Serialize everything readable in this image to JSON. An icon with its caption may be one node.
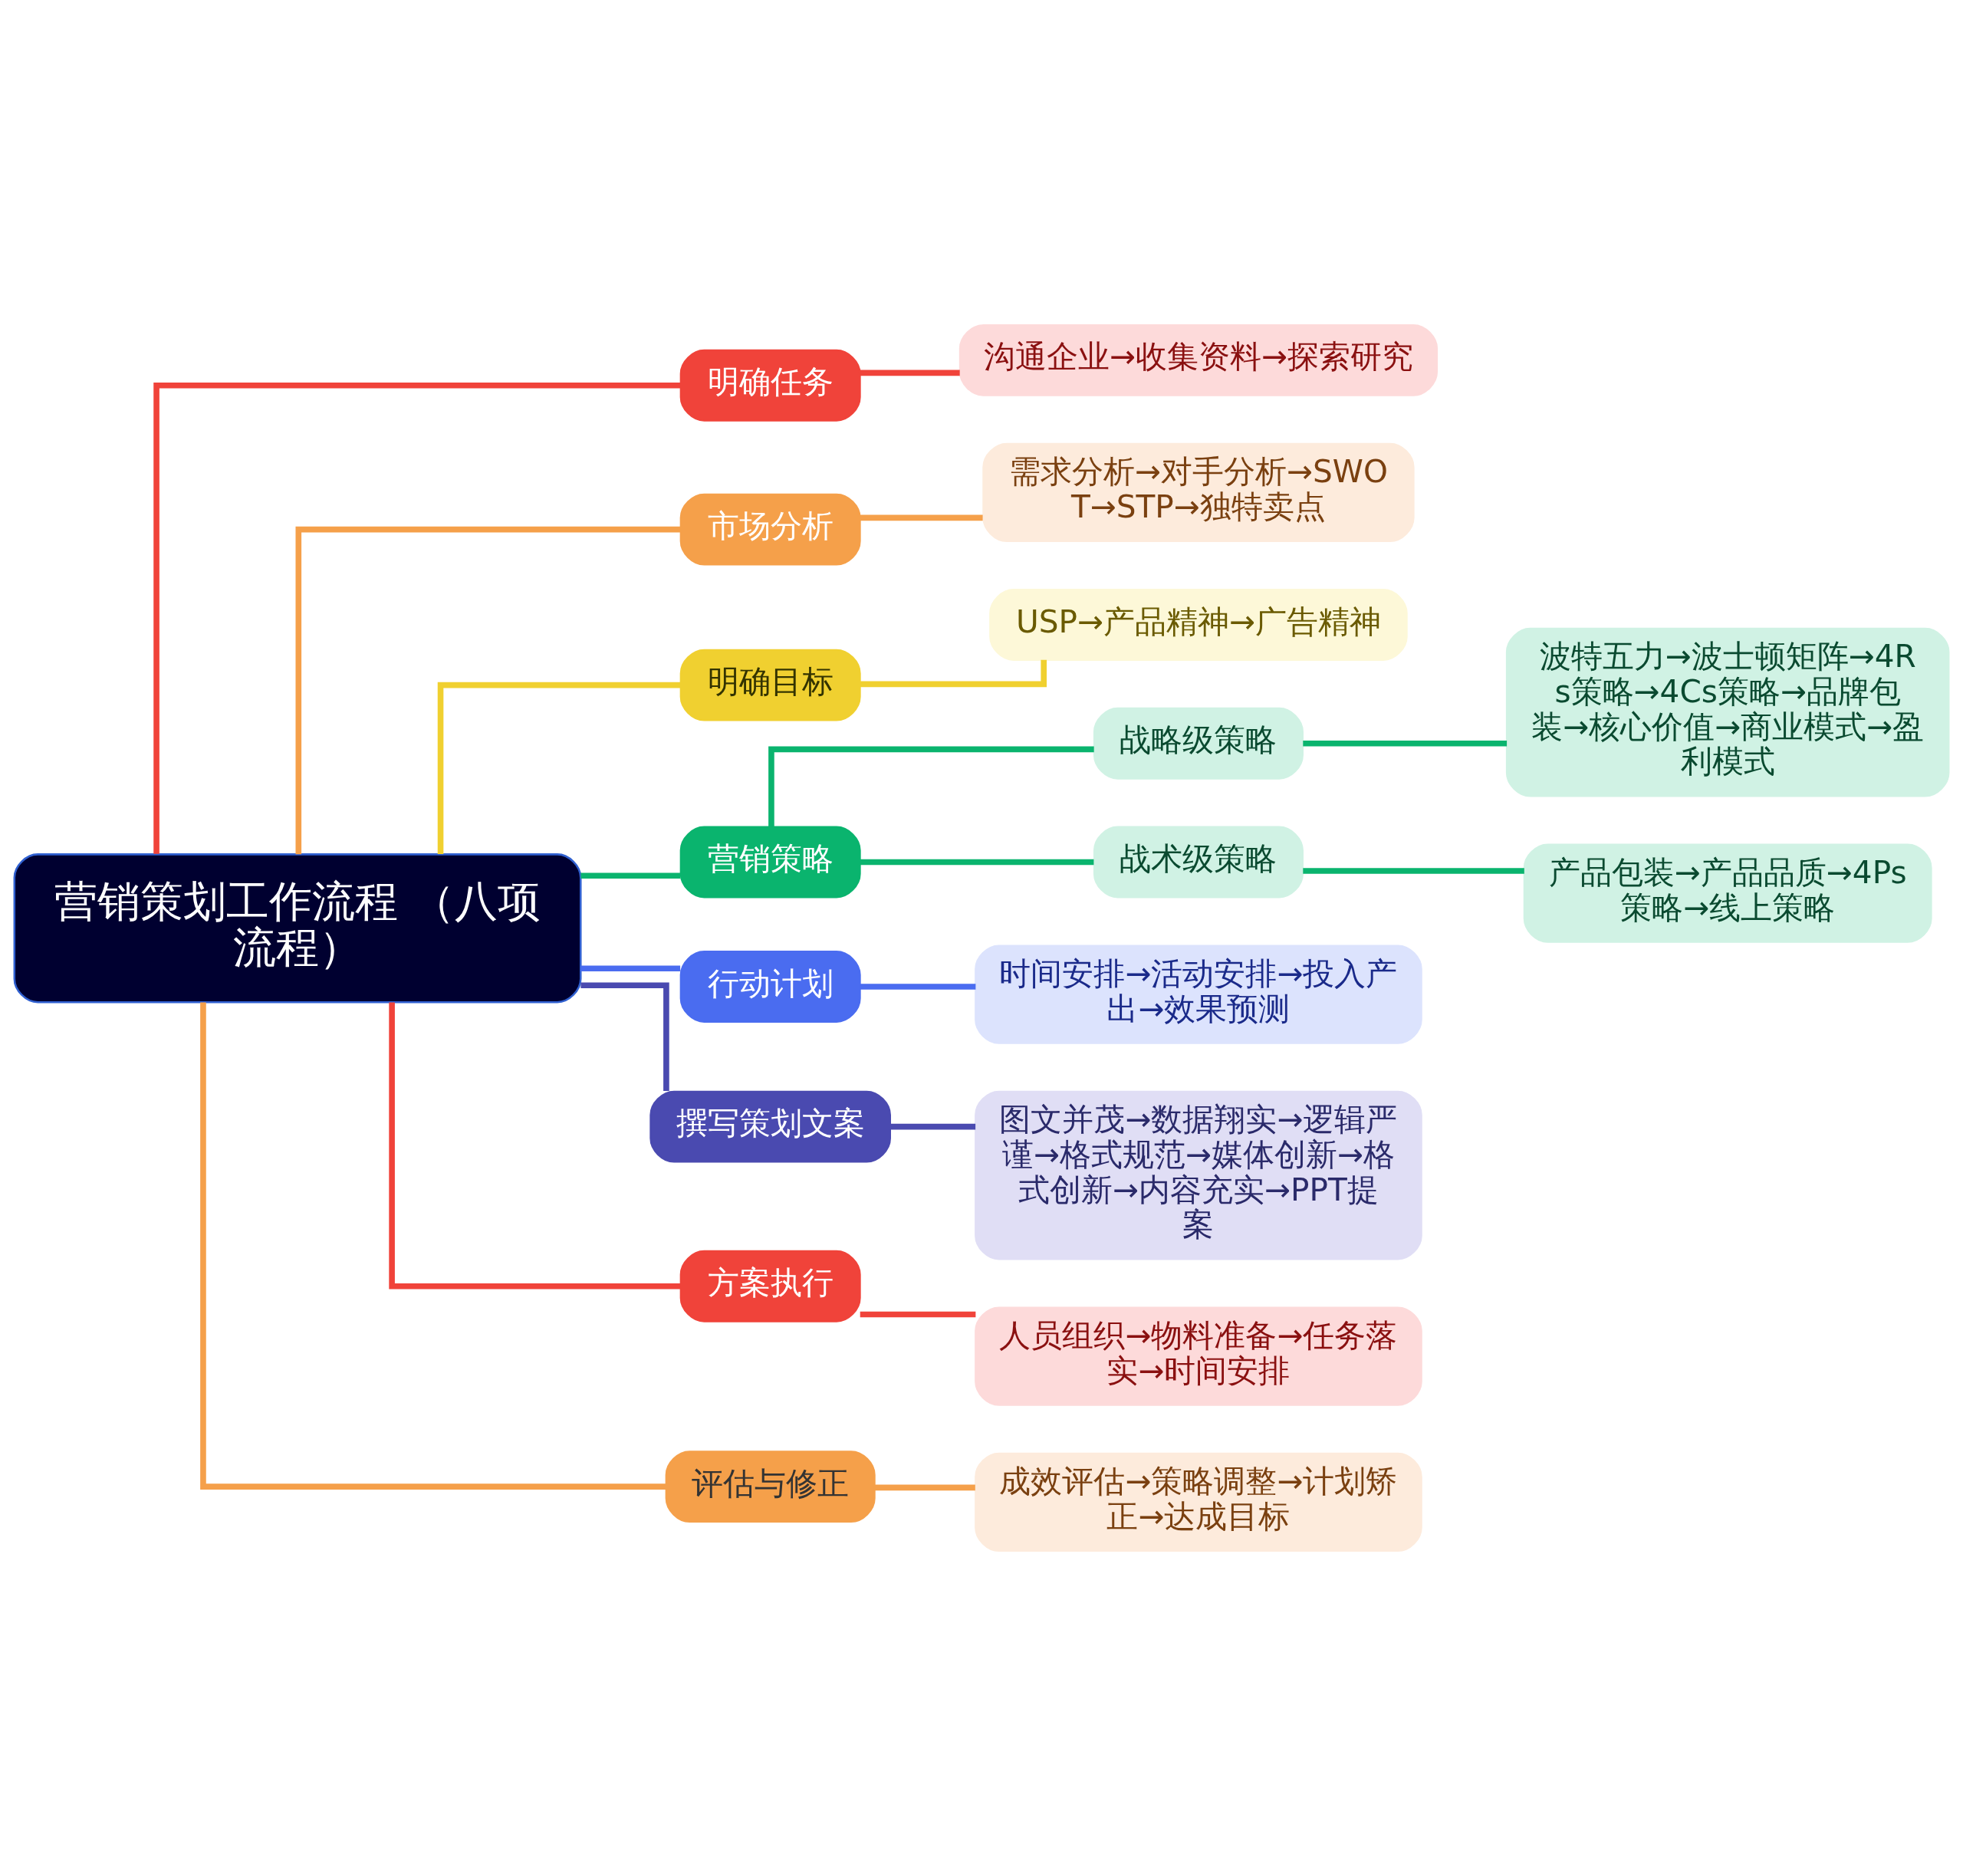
{
  "diagram": {
    "nodes": [
      {
        "text": [
          "营销策划工作流程 （八项流程）"
        ]
      },
      {
        "text": [
          "明确任务"
        ]
      },
      {
        "text": [
          "沟通企业→收集资料→探索研究"
        ]
      },
      {
        "text": [
          "市场分析"
        ]
      },
      {
        "text": [
          "需求分析→对手分析→SWOT→STP→独特卖点"
        ]
      },
      {
        "text": [
          "明确目标"
        ]
      },
      {
        "text": [
          "USP→产品精神→广告精神"
        ]
      },
      {
        "text": [
          "营销策略"
        ]
      },
      {
        "text": [
          "战略级策略"
        ]
      },
      {
        "text": [
          "波特五力→波士顿矩阵→4Rs策略→4Cs策略→品牌包装→核心价值→商业模式→盈利模式"
        ]
      },
      {
        "text": [
          "战术级策略"
        ]
      },
      {
        "text": [
          "产品包装→产品品质→4Ps策略→线上策略"
        ]
      },
      {
        "text": [
          "行动计划"
        ]
      },
      {
        "text": [
          "时间安排→活动安排→投入产出→效果预测"
        ]
      },
      {
        "text": [
          "撰写策划文案"
        ]
      },
      {
        "text": [
          "图文并茂→数据翔实→逻辑严谨→格式规范→媒体创新→格式创新→内容充实→PPT提案"
        ]
      },
      {
        "text": [
          "方案执行"
        ]
      },
      {
        "text": [
          "人员组织→物料准备→任务落实→时间安排"
        ]
      },
      {
        "text": [
          "评估与修正"
        ]
      },
      {
        "text": [
          "成效评估→策略调整→计划矫正→达成目标"
        ]
      }
    ],
    "edges": [
      {
        "from": 0,
        "to": 1,
        "arrow": "none",
        "color": "#f0433a"
      },
      {
        "from": 1,
        "to": 2,
        "arrow": "none",
        "color": "#f0433a"
      },
      {
        "from": 0,
        "to": 3,
        "arrow": "none",
        "color": "#f5a04a"
      },
      {
        "from": 3,
        "to": 4,
        "arrow": "none",
        "color": "#f5a04a"
      },
      {
        "from": 0,
        "to": 5,
        "arrow": "none",
        "color": "#f0d030"
      },
      {
        "from": 5,
        "to": 6,
        "arrow": "none",
        "color": "#f0d030"
      },
      {
        "from": 0,
        "to": 7,
        "arrow": "none",
        "color": "#0ab46e"
      },
      {
        "from": 7,
        "to": 8,
        "arrow": "none",
        "color": "#0ab46e"
      },
      {
        "from": 8,
        "to": 9,
        "arrow": "none",
        "color": "#0ab46e"
      },
      {
        "from": 7,
        "to": 10,
        "arrow": "none",
        "color": "#0ab46e"
      },
      {
        "from": 10,
        "to": 11,
        "arrow": "none",
        "color": "#0ab46e"
      },
      {
        "from": 0,
        "to": 12,
        "arrow": "none",
        "color": "#4a6cf0"
      },
      {
        "from": 12,
        "to": 13,
        "arrow": "none",
        "color": "#4a6cf0"
      },
      {
        "from": 0,
        "to": 14,
        "arrow": "none",
        "color": "#4a4ab0"
      },
      {
        "from": 14,
        "to": 15,
        "arrow": "none",
        "color": "#4a4ab0"
      },
      {
        "from": 0,
        "to": 16,
        "arrow": "none",
        "color": "#f0433a"
      },
      {
        "from": 16,
        "to": 17,
        "arrow": "none",
        "color": "#f0433a"
      },
      {
        "from": 0,
        "to": 18,
        "arrow": "none",
        "color": "#f5a04a"
      },
      {
        "from": 18,
        "to": 19,
        "arrow": "none",
        "color": "#f5a04a"
      }
    ]
  }
}
